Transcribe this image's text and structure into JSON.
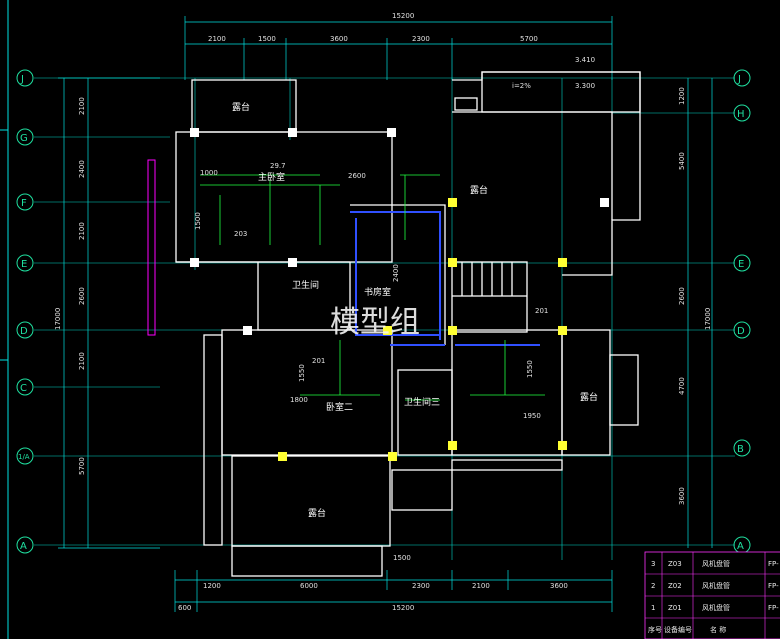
{
  "overall_dimensions": {
    "top_total": "15200",
    "bottom_total": "15200",
    "left_total": "17000",
    "right_total": "17000"
  },
  "top_spans": [
    "2100",
    "1500",
    "3600",
    "2300",
    "5700"
  ],
  "bottom_spans": [
    "1200",
    "6000",
    "2300",
    "2100",
    "3600"
  ],
  "bottom_extra": "600",
  "left_spans": [
    "2100",
    "2400",
    "2100",
    "2600",
    "2100",
    "5700"
  ],
  "right_spans": [
    "1200",
    "5400",
    "2600",
    "4700",
    "3600"
  ],
  "grid_left": [
    "J",
    "G",
    "F",
    "E",
    "D",
    "C",
    "1/A",
    "A"
  ],
  "grid_right": [
    "J",
    "H",
    "E",
    "D",
    "B",
    "A"
  ],
  "rooms": {
    "balcony_top_left": "露台",
    "master_bedroom": "主卧室",
    "balcony_right": "露台",
    "bathroom_one": "卫生间",
    "study": "书房室",
    "bedroom_two": "卧室二",
    "bathroom_three": "卫生间三",
    "balcony_bottom": "露台",
    "balcony_far_right": "露台"
  },
  "annotations": {
    "elevation_a": "3.410",
    "elevation_b": "3.300",
    "slope": "i=2%",
    "room_dim_top": "1000",
    "room_dim_mid": "2600",
    "height_mark": "29.7",
    "tag_203": "203",
    "tag_201_left": "201",
    "tag_201_right": "201",
    "dim_1800": "1800",
    "dim_1950": "1950",
    "dim_1500_bottom": "1500",
    "dim_1550_left": "1550",
    "dim_1550_right": "1550",
    "dim_1500_vert": "1500",
    "dim_2400": "2400"
  },
  "watermark": "模型组",
  "legend_table": {
    "rows": [
      {
        "no": "3",
        "code": "Z03",
        "name": "风机盘管",
        "model": "FP-"
      },
      {
        "no": "2",
        "code": "Z02",
        "name": "风机盘管",
        "model": "FP-"
      },
      {
        "no": "1",
        "code": "Z01",
        "name": "风机盘管",
        "model": "FP-"
      }
    ],
    "header": {
      "no": "序号",
      "code": "设备编号",
      "name": "名 称"
    }
  },
  "colors": {
    "background": "#000000",
    "wall": "#ffffff",
    "dimension_line": "#00e0e0",
    "grid_axis": "#1fe0a0",
    "column": "#ffff33",
    "duct": "#3050ff",
    "pipe": "#20ff40",
    "frame": "#ff00ff"
  }
}
